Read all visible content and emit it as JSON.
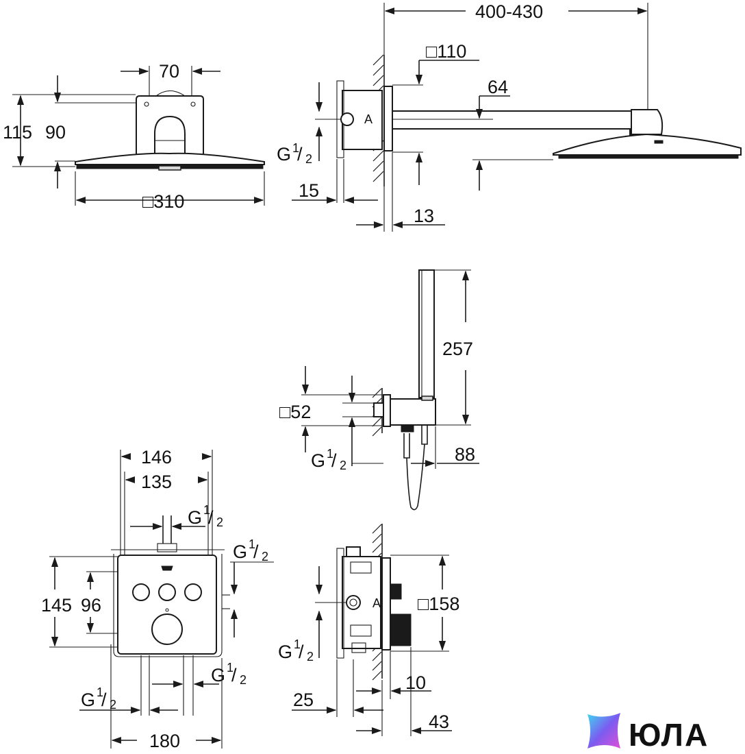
{
  "dimensions": {
    "head_width": "70",
    "head_total_height": "115",
    "head_height": "90",
    "head_size": "□310",
    "arm_length": "400-430",
    "arm_square": "□110",
    "arm_height": "64",
    "thread_head": "G",
    "box_depth": "15",
    "wall_depth": "13",
    "hand_shower_length": "257",
    "holder_square": "□52",
    "thread_holder": "G",
    "holder_depth": "88",
    "plate_width": "146",
    "plate_inner": "135",
    "thread_top": "G",
    "thread_right": "G",
    "plate_height": "145",
    "plate_inner_height": "96",
    "thread_bottom_right": "G",
    "thread_bottom_left": "G",
    "plate_base": "180",
    "thread_side": "G",
    "mixer_square": "□158",
    "mixer_depth": "25",
    "mixer_offset": "10",
    "mixer_protrusion": "43",
    "fraction_num": "1",
    "fraction_den": "2"
  },
  "logo": {
    "brand": "ЮЛА",
    "colors": [
      "#3fd8f0",
      "#7b5cf0",
      "#e04fd8"
    ]
  }
}
